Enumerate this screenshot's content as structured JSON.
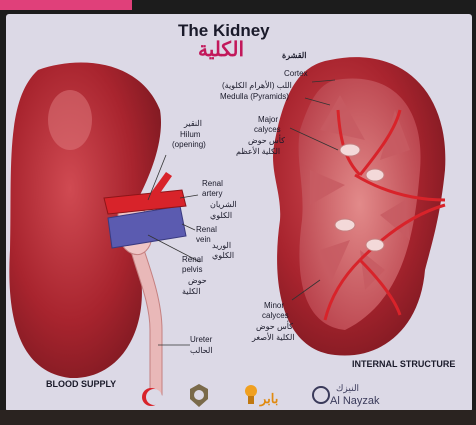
{
  "title": {
    "en": "The Kidney",
    "ar": "الكلية"
  },
  "left_panel": {
    "caption": "BLOOD SUPPLY",
    "labels": {
      "hilum_ar": "النقير",
      "hilum_en": "Hilum",
      "hilum_sub": "(opening)",
      "renal_artery_en": "Renal",
      "renal_artery_en2": "artery",
      "renal_artery_ar": "الشريان",
      "renal_artery_ar2": "الكلوي",
      "renal_vein_en": "Renal",
      "renal_vein_en2": "vein",
      "renal_vein_ar": "الوريد",
      "renal_vein_ar2": "الكلوي",
      "renal_pelvis_en": "Renal",
      "renal_pelvis_en2": "pelvis",
      "renal_pelvis_ar": "حوض",
      "renal_pelvis_ar2": "الكلية",
      "ureter_en": "Ureter",
      "ureter_ar": "الحالب"
    }
  },
  "right_panel": {
    "caption": "INTERNAL STRUCTURE",
    "labels": {
      "cortex_ar": "القشرة",
      "cortex_en": "Cortex",
      "medulla_ar": "اللب (الأهرام الكلوية)",
      "medulla_en": "Medulla (Pyramids)",
      "major_en": "Major",
      "major_en2": "calyces",
      "major_ar": "كأس حوض",
      "major_ar2": "الكلية الأعظم",
      "minor_en": "Minor",
      "minor_en2": "calyces",
      "minor_ar": "كأس حوض",
      "minor_ar2": "الكلية الأصغر"
    }
  },
  "footer": {
    "brand_ar": "بابر",
    "nayzak_ar": "النيزك",
    "nayzak_en": "Al Nayzak"
  },
  "colors": {
    "kidney": "#b5303a",
    "artery": "#d8232a",
    "vein": "#5555aa",
    "accent": "#c2185b"
  }
}
